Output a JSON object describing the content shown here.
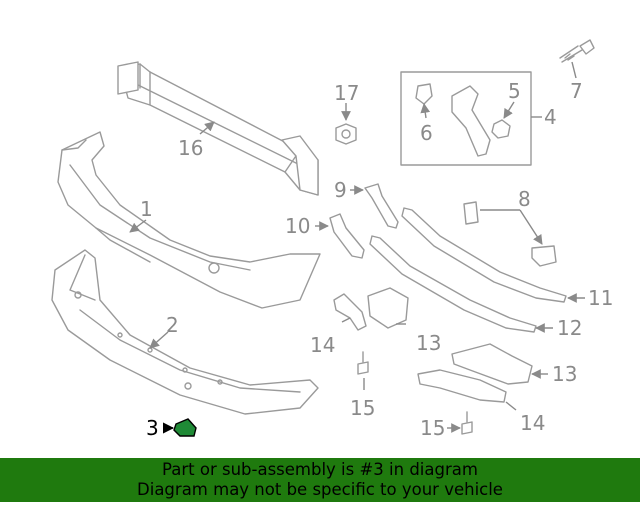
{
  "callouts": {
    "c1": "1",
    "c2": "2",
    "c3": "3",
    "c4": "4",
    "c5": "5",
    "c6": "6",
    "c7": "7",
    "c8": "8",
    "c9": "9",
    "c10": "10",
    "c11": "11",
    "c12": "12",
    "c13a": "13",
    "c13b": "13",
    "c14a": "14",
    "c14b": "14",
    "c15a": "15",
    "c15b": "15",
    "c16": "16",
    "c17": "17"
  },
  "banner": {
    "line1": "Part or sub-assembly is #3 in diagram",
    "line2": "Diagram may not be specific to your vehicle"
  },
  "colors": {
    "banner_bg": "#1f7a0e",
    "highlight_part": "#1f8a36",
    "line_art": "#9a9a9a"
  }
}
